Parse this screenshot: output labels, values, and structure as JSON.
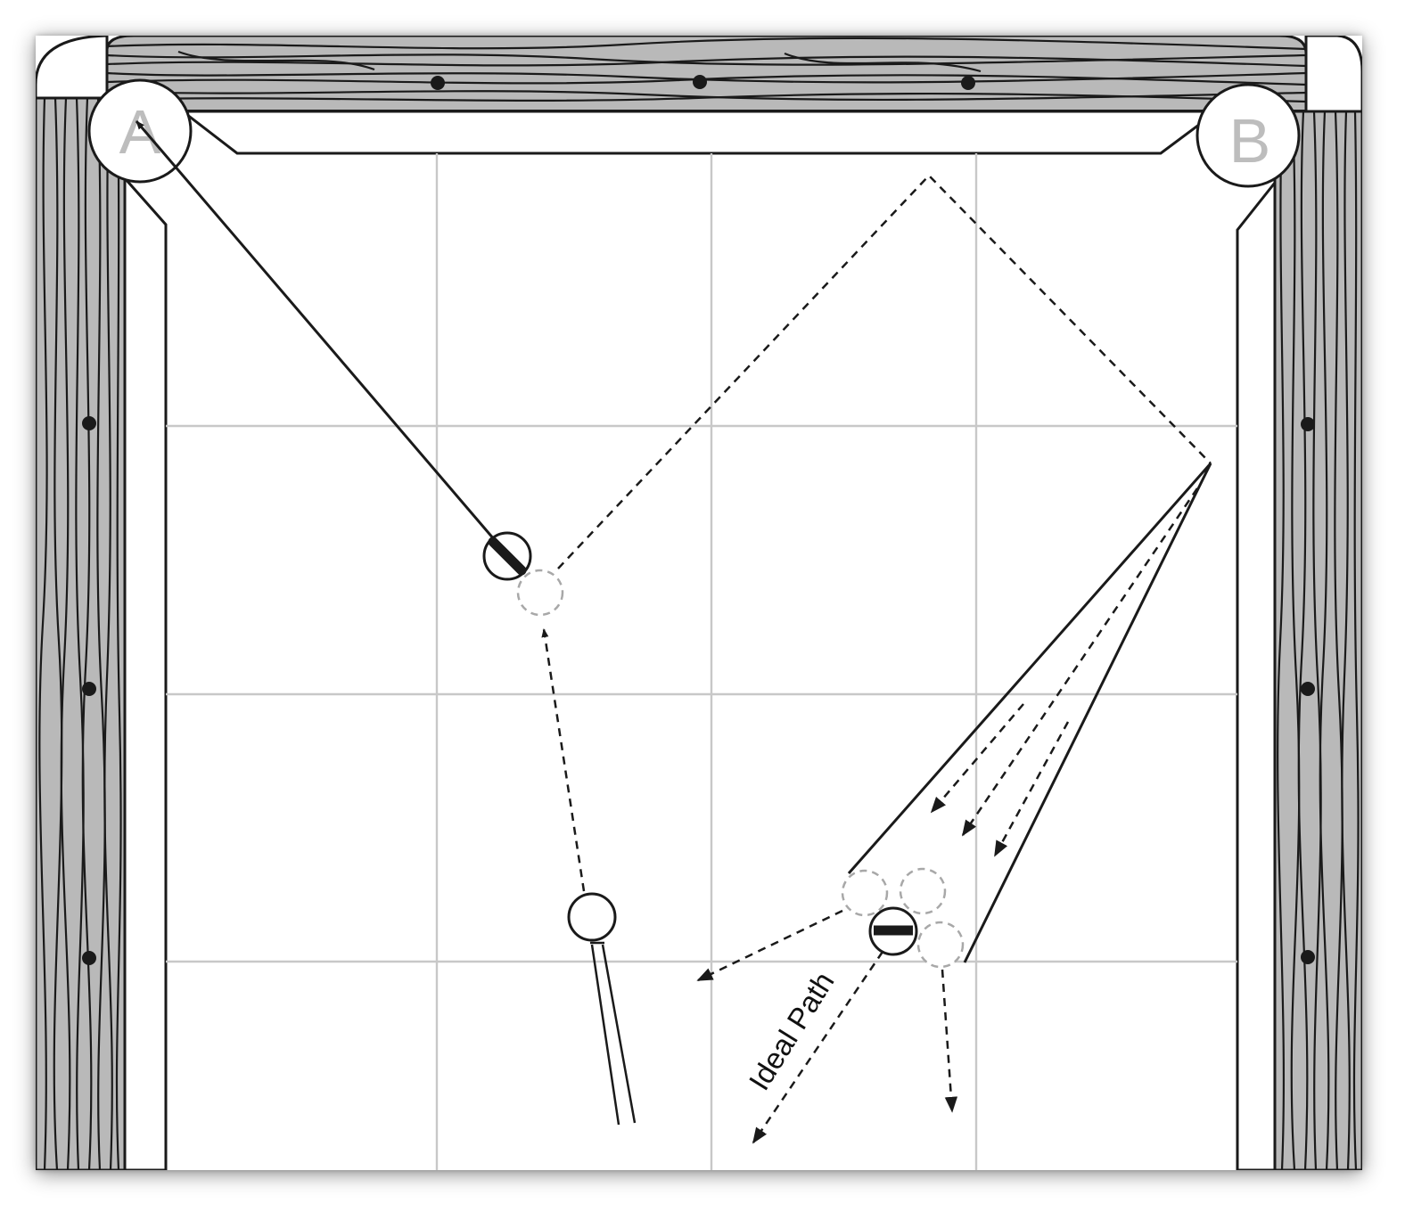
{
  "diagram": {
    "pocket_labels": {
      "a": "A",
      "b": "B"
    },
    "path_label": "Ideal Path"
  },
  "colors": {
    "rail_wood": "#b9b9b9",
    "line": "#1a1a1a",
    "grid": "#c8c8c8",
    "pocket_text": "#bdbdbd",
    "ghost_ball": "#a8a8a8"
  },
  "icons": [
    "object-ball-icon",
    "cue-ball-icon",
    "cue-stick-icon",
    "ghost-ball-icon",
    "pocket-icon",
    "diamond-marker-icon"
  ]
}
